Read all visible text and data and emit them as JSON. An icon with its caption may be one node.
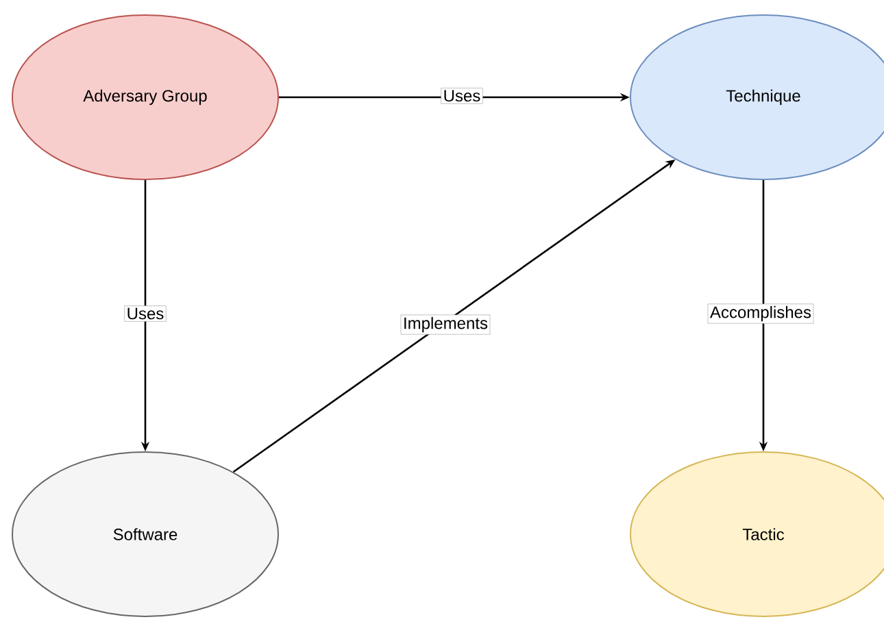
{
  "diagram": {
    "nodes": [
      {
        "text": [
          "Adversary Group"
        ]
      },
      {
        "text": [
          "Technique"
        ]
      },
      {
        "text": [
          "Software"
        ]
      },
      {
        "text": [
          "Tactic"
        ]
      }
    ],
    "edges": [
      {
        "from": 0,
        "to": 1,
        "arrow": "to",
        "label": "Uses"
      },
      {
        "from": 0,
        "to": 2,
        "arrow": "to",
        "label": "Uses"
      },
      {
        "from": 2,
        "to": 1,
        "arrow": "to",
        "label": "Implements"
      },
      {
        "from": 1,
        "to": 3,
        "arrow": "to",
        "label": "Accomplishes"
      }
    ]
  }
}
